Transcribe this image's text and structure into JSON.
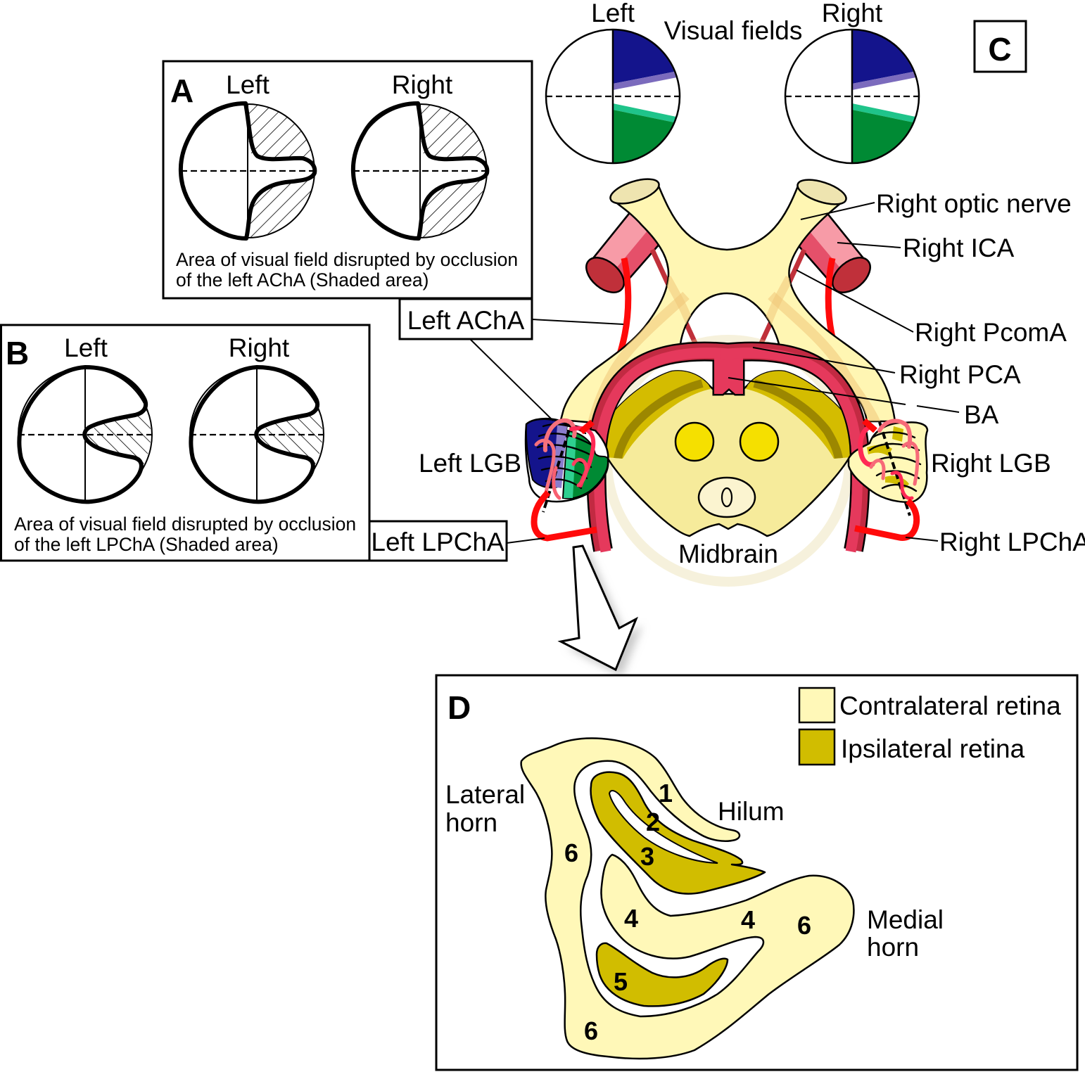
{
  "figure": {
    "panel_a": {
      "label": "A",
      "left_eye": "Left",
      "right_eye": "Right",
      "caption_line1": "Area of visual field disrupted by occlusion",
      "caption_line2": "of the left AChA (Shaded area)"
    },
    "panel_b": {
      "label": "B",
      "left_eye": "Left",
      "right_eye": "Right",
      "caption_line1": "Area of visual field disrupted by occlusion",
      "caption_line2": "of the left LPChA (Shaded area)"
    },
    "panel_c": {
      "label": "C",
      "visual_fields": {
        "title": "Visual fields",
        "left_eye": "Left",
        "right_eye": "Right"
      },
      "labels": {
        "right_optic_nerve": "Right optic nerve",
        "right_ica": "Right ICA",
        "right_pcoma": "Right PcomA",
        "right_pca": "Right PCA",
        "ba": "BA",
        "right_lgb": "Right LGB",
        "right_lpcha": "Right LPChA",
        "midbrain": "Midbrain",
        "left_acha": "Left AChA",
        "left_lgb": "Left LGB",
        "left_lpcha": "Left LPChA"
      }
    },
    "panel_d": {
      "label": "D",
      "legend": [
        {
          "label": "Contralateral retina",
          "color": "#fff8b8"
        },
        {
          "label": "Ipsilateral retina",
          "color": "#d1bd00"
        }
      ],
      "regions": {
        "lateral_horn": [
          "Lateral",
          "horn"
        ],
        "hilum": "Hilum",
        "medial_horn": [
          "Medial",
          "horn"
        ]
      },
      "layers": [
        "1",
        "2",
        "3",
        "6",
        "4",
        "4",
        "6",
        "5",
        "6"
      ]
    }
  },
  "colors": {
    "optic_chiasm": "#fff6b3",
    "optic_nerve_cut": "#eee4b0",
    "midbrain": "#f6eb9b",
    "cerebral_peduncle": "#d4bc00",
    "red_nucleus": "#f5e000",
    "aqueduct": "#fbf4d0",
    "artery_pca_ba": "#e5395c",
    "artery_acha_lpcha": "#ff0a0a",
    "artery_pcoma": "#c0303a",
    "ica_wall": "#f79ba7",
    "ica_lumen": "#c0303a",
    "field_upper_dark": "#14148c",
    "field_upper_light": "#7b6bbd",
    "field_lower_light": "#1fc48a",
    "field_lower_dark": "#008a34"
  }
}
